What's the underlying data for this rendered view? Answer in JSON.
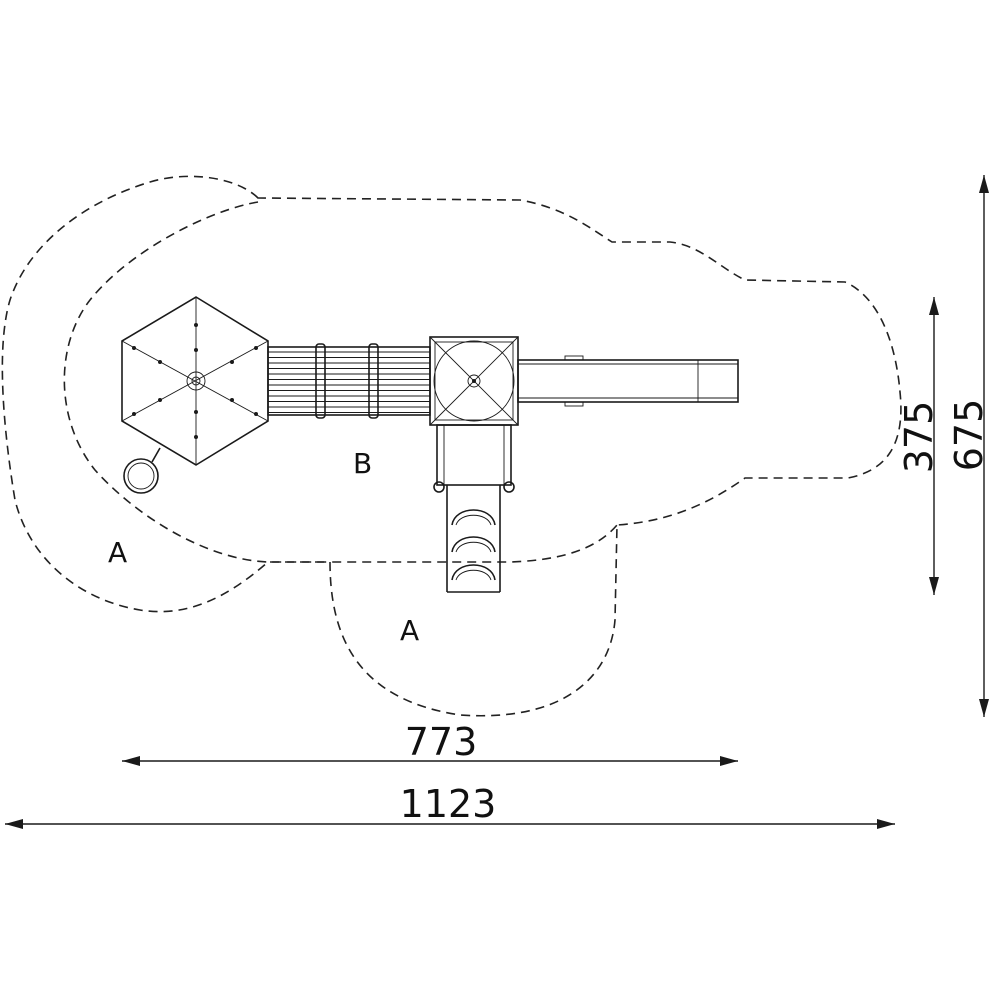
{
  "zones": {
    "safety_left": "A",
    "safety_bottom": "A",
    "play_area": "B"
  },
  "dimensions": {
    "inner_width": "773",
    "outer_width": "1123",
    "inner_height": "375",
    "outer_height": "675"
  }
}
